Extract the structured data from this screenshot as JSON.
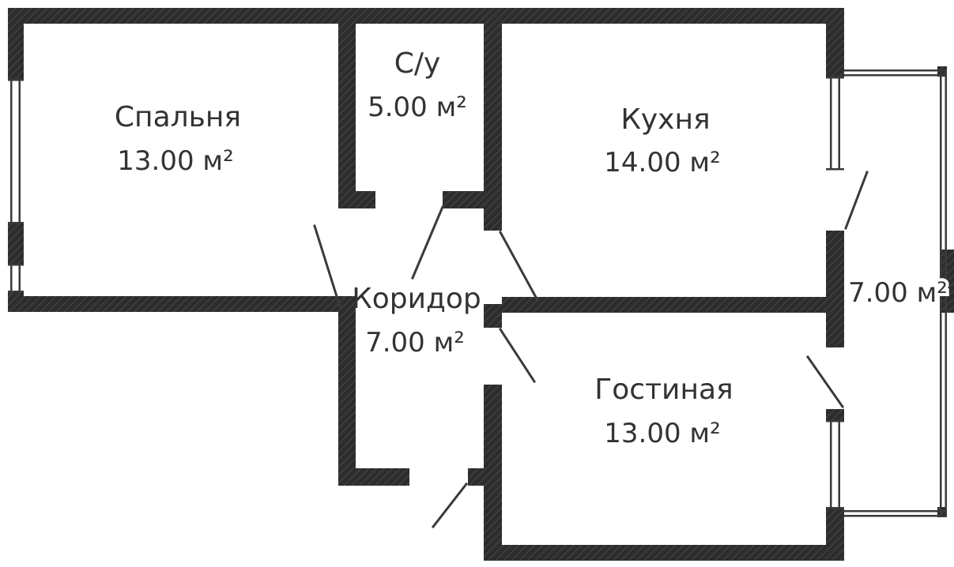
{
  "plan": {
    "rooms": [
      {
        "name": "Спальня",
        "area": "13.00 м²"
      },
      {
        "name": "С/у",
        "area": "5.00 м²"
      },
      {
        "name": "Кухня",
        "area": "14.00 м²"
      },
      {
        "name": "Коридор",
        "area": "7.00 м²"
      },
      {
        "name": "Гостиная",
        "area": "13.00 м²"
      },
      {
        "area": "7.00 м²"
      }
    ],
    "colors": {
      "background": "#ffffff",
      "wall_fill": "#2d2d2d",
      "wall_hatch": "#4f4f4f",
      "line": "#3a3a3a",
      "text": "#333333"
    }
  }
}
